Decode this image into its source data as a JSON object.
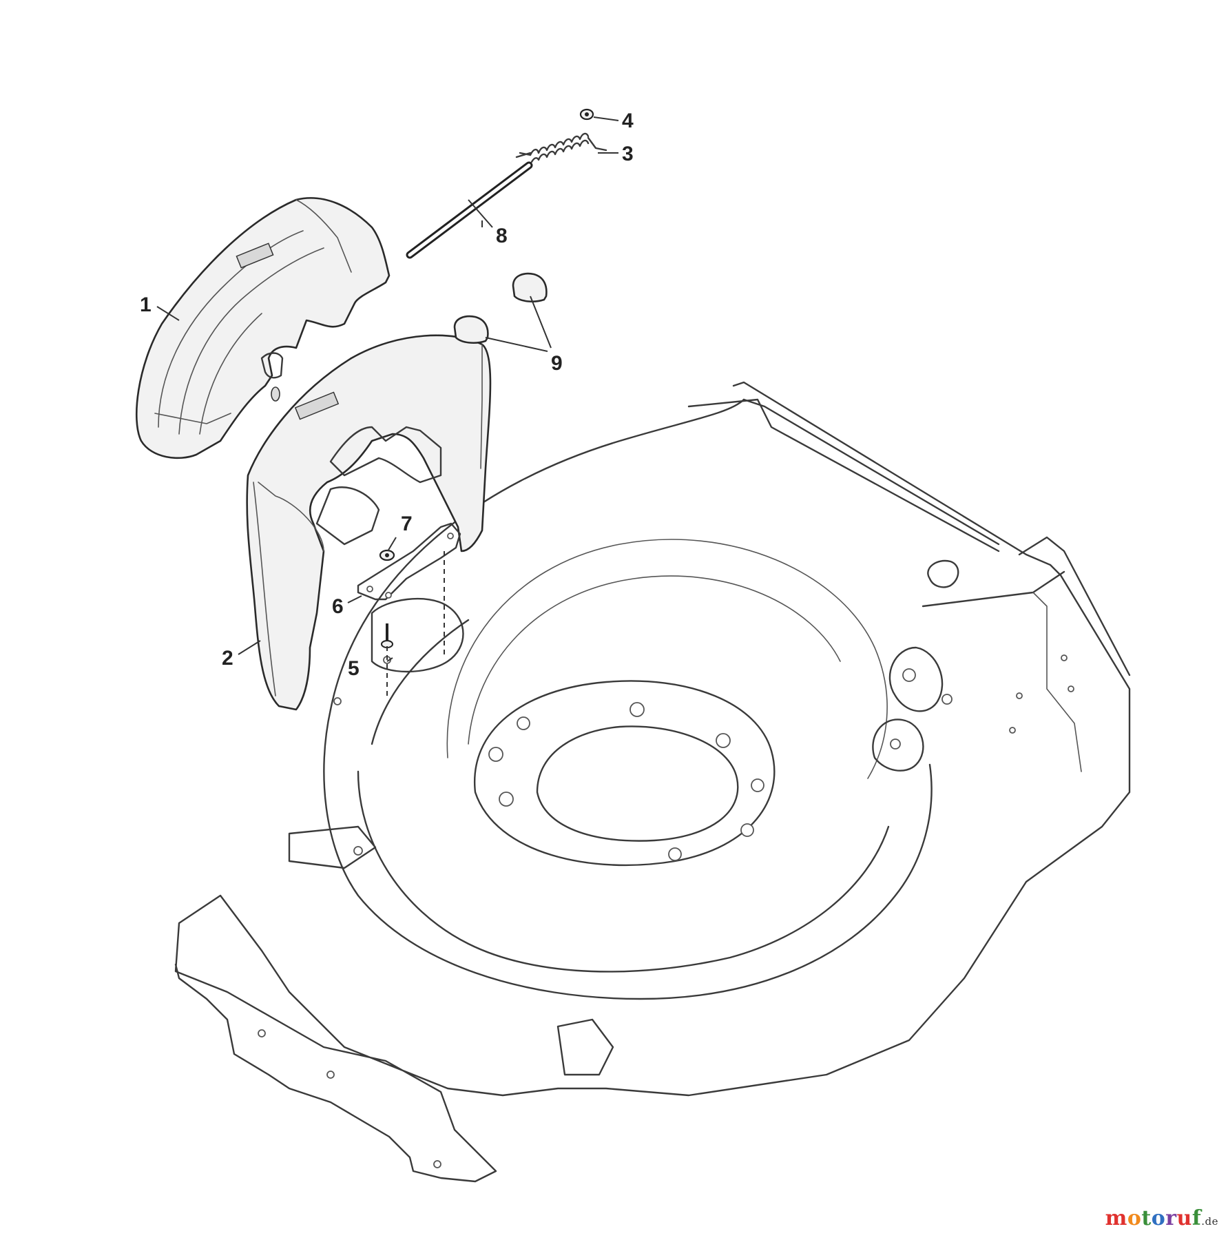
{
  "diagram": {
    "callouts": [
      {
        "id": "1",
        "label": "1"
      },
      {
        "id": "2",
        "label": "2"
      },
      {
        "id": "3",
        "label": "3"
      },
      {
        "id": "4",
        "label": "4"
      },
      {
        "id": "5",
        "label": "5"
      },
      {
        "id": "6",
        "label": "6"
      },
      {
        "id": "7",
        "label": "7"
      },
      {
        "id": "8",
        "label": "8"
      },
      {
        "id": "9",
        "label": "9"
      }
    ]
  },
  "watermark": {
    "letters": [
      {
        "char": "m",
        "color": "#e0322f"
      },
      {
        "char": "o",
        "color": "#f18a1d"
      },
      {
        "char": "t",
        "color": "#3a8f3a"
      },
      {
        "char": "o",
        "color": "#2f6fc1"
      },
      {
        "char": "r",
        "color": "#7a3fa0"
      },
      {
        "char": "u",
        "color": "#e0322f"
      },
      {
        "char": "f",
        "color": "#3a8f3a"
      }
    ],
    "suffix": ".de"
  }
}
